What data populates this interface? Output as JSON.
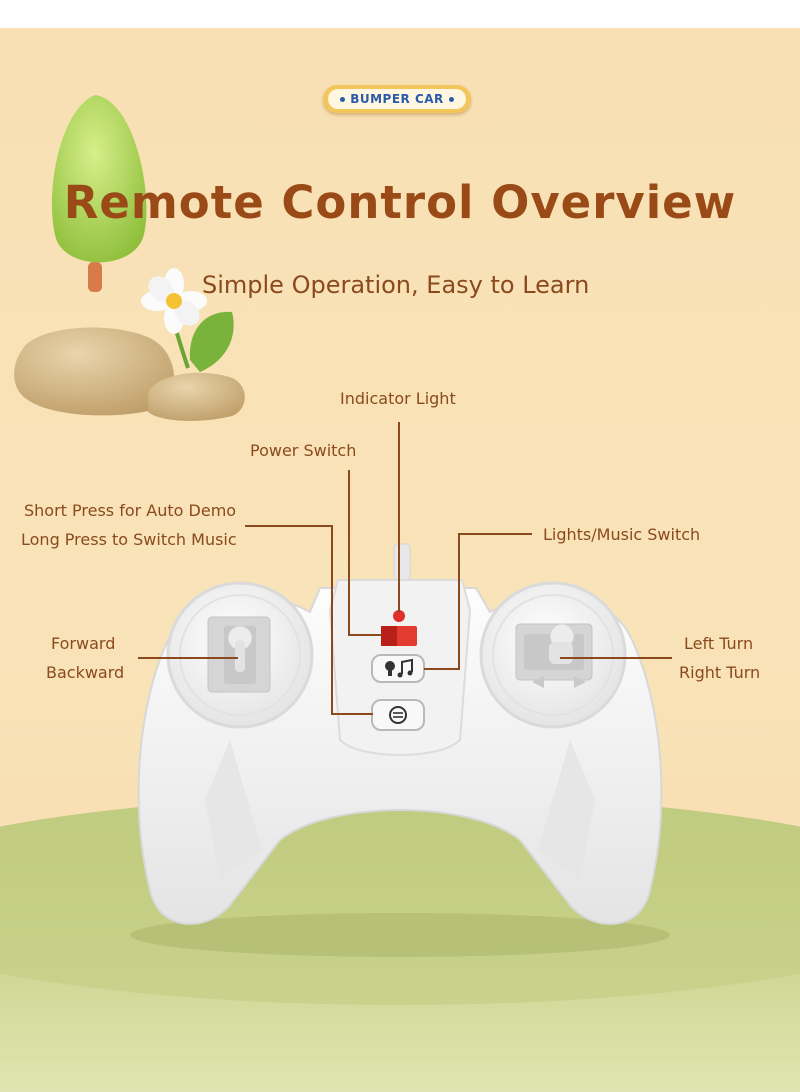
{
  "badge": {
    "text": "BUMPER CAR"
  },
  "header": {
    "title": "Remote Control Overview",
    "subtitle": "Simple Operation, Easy to Learn"
  },
  "callouts": {
    "indicator_light": "Indicator Light",
    "power_switch": "Power Switch",
    "short_press": "Short Press for Auto Demo",
    "long_press": "Long Press to Switch Music",
    "lights_music": "Lights/Music Switch",
    "forward": "Forward",
    "backward": "Backward",
    "left_turn": "Left Turn",
    "right_turn": "Right Turn"
  },
  "colors": {
    "title": "#9a4a16",
    "text": "#8a4a1e",
    "background": "#f8e0b4",
    "platform": "#c7d08a",
    "badge": "#f3c65b",
    "badge_text": "#2a5aa8",
    "led": "#e0302a"
  }
}
